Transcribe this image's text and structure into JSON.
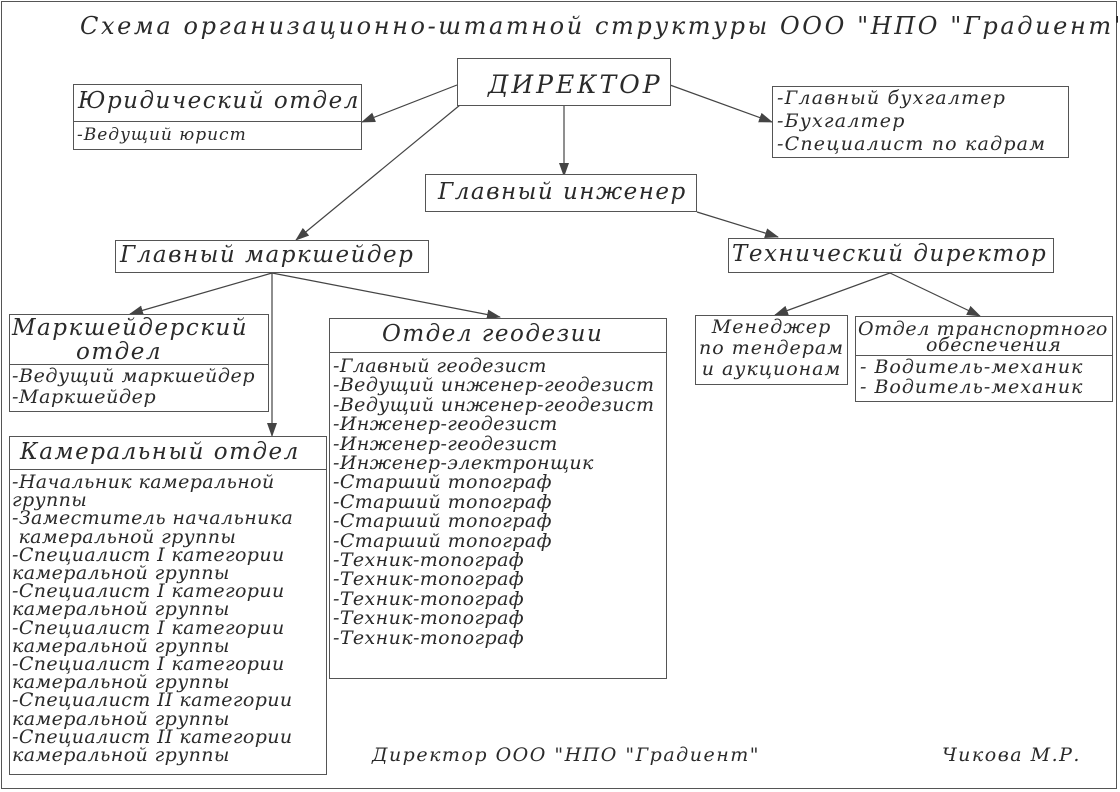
{
  "title": "Схема организационно-штатной структуры ООО \"НПО \"Градиент\"",
  "director": "ДИРЕКТОР",
  "legal": {
    "heading": "Юридический отдел",
    "items": [
      "-Ведущий юрист"
    ]
  },
  "accounting": {
    "items": [
      "-Главный бухгалтер",
      "-Бухгалтер",
      "-Специалист по кадрам"
    ]
  },
  "chief_engineer": "Главный инженер",
  "chief_surveyor": "Главный маркшейдер",
  "technical_director": "Технический директор",
  "surveying_dept": {
    "heading_line1": "Маркшейдерский",
    "heading_line2": "отдел",
    "items": [
      "-Ведущий маркшейдер",
      "-Маркшейдер"
    ]
  },
  "geodesy_dept": {
    "heading": "Отдел геодезии",
    "items": [
      "-Главный геодезист",
      "-Ведущий инженер-геодезист",
      "-Ведущий инженер-геодезист",
      "-Инженер-геодезист",
      "-Инженер-геодезист",
      "-Инженер-электронщик",
      "-Старший топограф",
      "-Старший топограф",
      "-Старший топограф",
      "-Старший топограф",
      "-Техник-топограф",
      "-Техник-топограф",
      "-Техник-топограф",
      "-Техник-топограф",
      "-Техник-топограф"
    ]
  },
  "office_dept": {
    "heading": "Камеральный отдел",
    "items": [
      "-Начальник камеральной",
      "группы",
      "-Заместитель начальника",
      " камеральной группы",
      "-Специалист I категории",
      "камеральной группы",
      "-Специалист I категории",
      "камеральной группы",
      "-Специалист I категории",
      "камеральной группы",
      "-Специалист I категории",
      "камеральной группы",
      "-Специалист II категории",
      "камеральной группы",
      "-Специалист II категории",
      "камеральной группы"
    ]
  },
  "tender_manager": {
    "lines": [
      "Менеджер",
      "по тендерам",
      "и аукционам"
    ]
  },
  "transport_dept": {
    "heading_line1": "Отдел транспортного",
    "heading_line2": "обеспечения",
    "items": [
      "- Водитель-механик",
      "- Водитель-механик"
    ]
  },
  "footer": {
    "signature_line": "Директор ООО \"НПО \"Градиент\"",
    "signatory": "Чикова М.Р."
  },
  "colors": {
    "line": "#555555",
    "text": "#2a2a2a",
    "background": "#ffffff"
  }
}
